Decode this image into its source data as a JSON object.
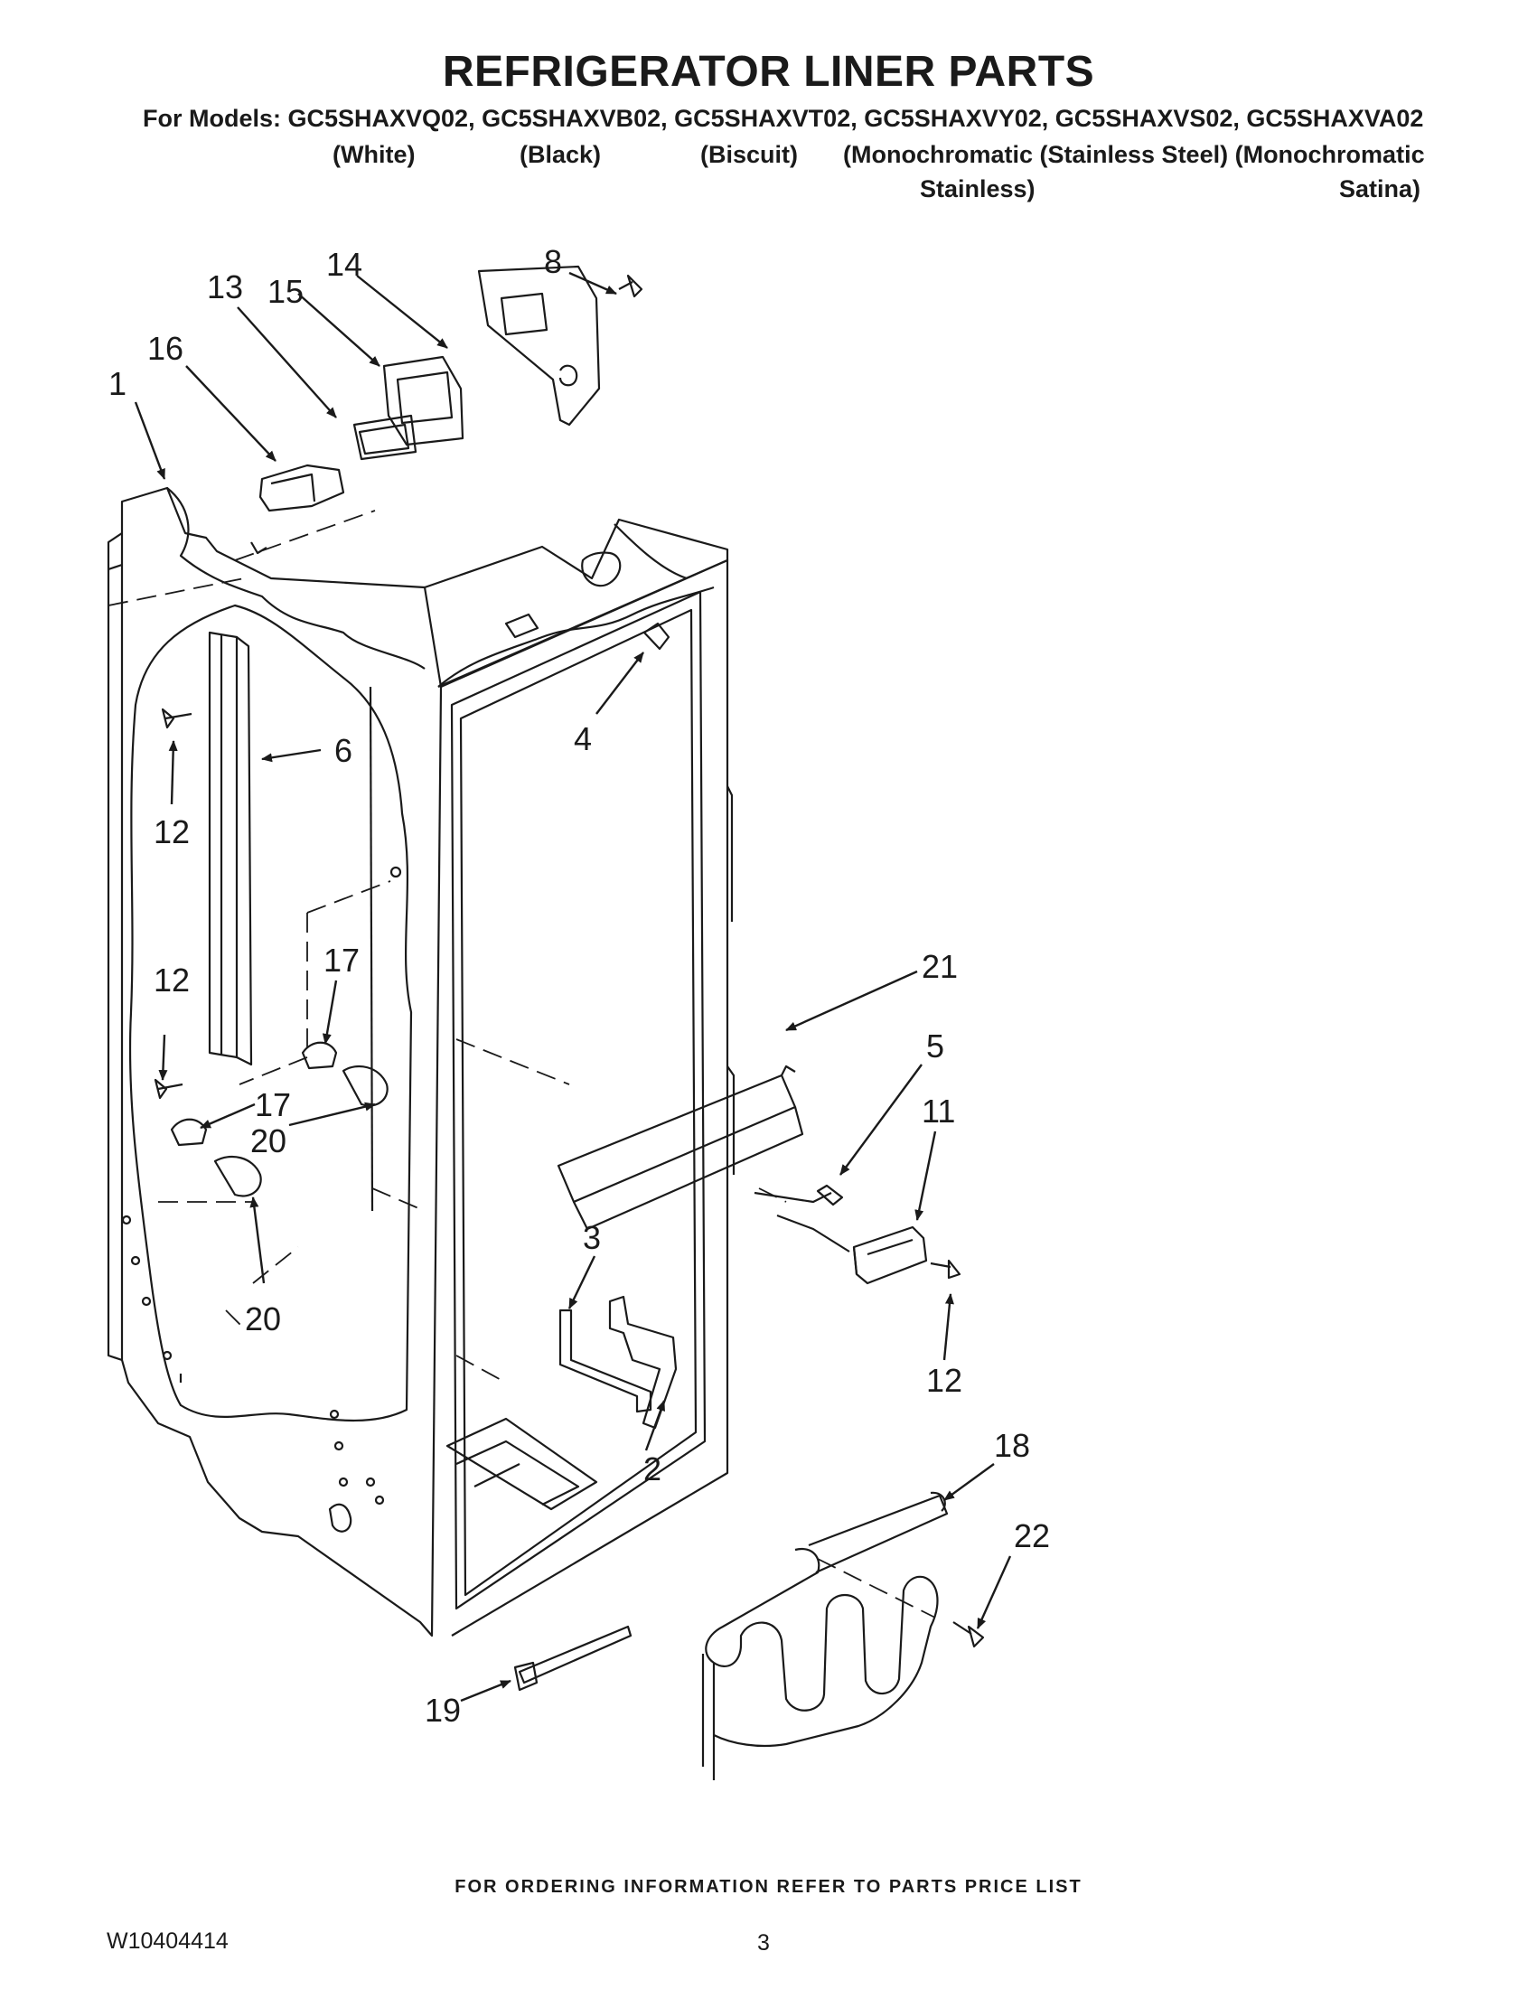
{
  "header": {
    "title": "REFRIGERATOR LINER PARTS",
    "models_line": "For Models: GC5SHAXVQ02, GC5SHAXVB02, GC5SHAXVT02, GC5SHAXVY02, GC5SHAXVS02, GC5SHAXVA02",
    "colors": [
      "(White)",
      "(Black)",
      "(Biscuit)",
      "(Monochromatic (Stainless Steel) (Monochromatic"
    ],
    "colors_line2": [
      "Stainless)",
      "Satina)"
    ]
  },
  "callouts": [
    "1",
    "16",
    "13",
    "15",
    "14",
    "8",
    "4",
    "6",
    "12",
    "12",
    "17",
    "17",
    "20",
    "20",
    "21",
    "5",
    "11",
    "3",
    "12",
    "2",
    "18",
    "22",
    "19"
  ],
  "footer": {
    "ordering_note": "FOR ORDERING INFORMATION REFER TO PARTS PRICE LIST",
    "doc_number": "W10404414",
    "page_number": "3"
  }
}
